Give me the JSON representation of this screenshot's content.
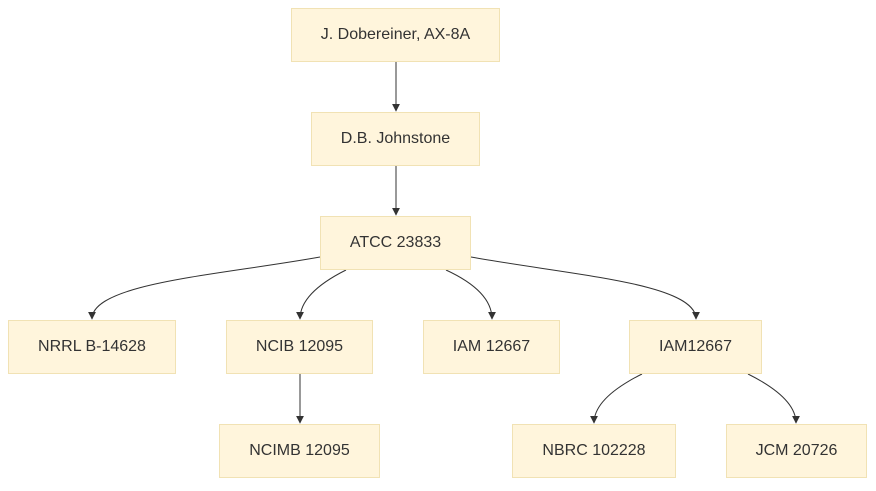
{
  "diagram": {
    "nodes": [
      {
        "id": "n1",
        "label": "J. Dobereiner, AX-8A"
      },
      {
        "id": "n2",
        "label": "D.B. Johnstone"
      },
      {
        "id": "n3",
        "label": "ATCC 23833"
      },
      {
        "id": "n4",
        "label": "NRRL B-14628"
      },
      {
        "id": "n5",
        "label": "NCIB 12095"
      },
      {
        "id": "n6",
        "label": "IAM 12667"
      },
      {
        "id": "n7",
        "label": "IAM12667"
      },
      {
        "id": "n8",
        "label": "NCIMB 12095"
      },
      {
        "id": "n9",
        "label": "NBRC 102228"
      },
      {
        "id": "n10",
        "label": "JCM 20726"
      }
    ],
    "edges": [
      {
        "from": "n1",
        "to": "n2"
      },
      {
        "from": "n2",
        "to": "n3"
      },
      {
        "from": "n3",
        "to": "n4"
      },
      {
        "from": "n3",
        "to": "n5"
      },
      {
        "from": "n3",
        "to": "n6"
      },
      {
        "from": "n3",
        "to": "n7"
      },
      {
        "from": "n5",
        "to": "n8"
      },
      {
        "from": "n7",
        "to": "n9"
      },
      {
        "from": "n7",
        "to": "n10"
      }
    ],
    "colors": {
      "node_fill": "#fff5dc",
      "node_border": "#f1e2b4",
      "edge": "#333333",
      "text": "#333333"
    }
  }
}
